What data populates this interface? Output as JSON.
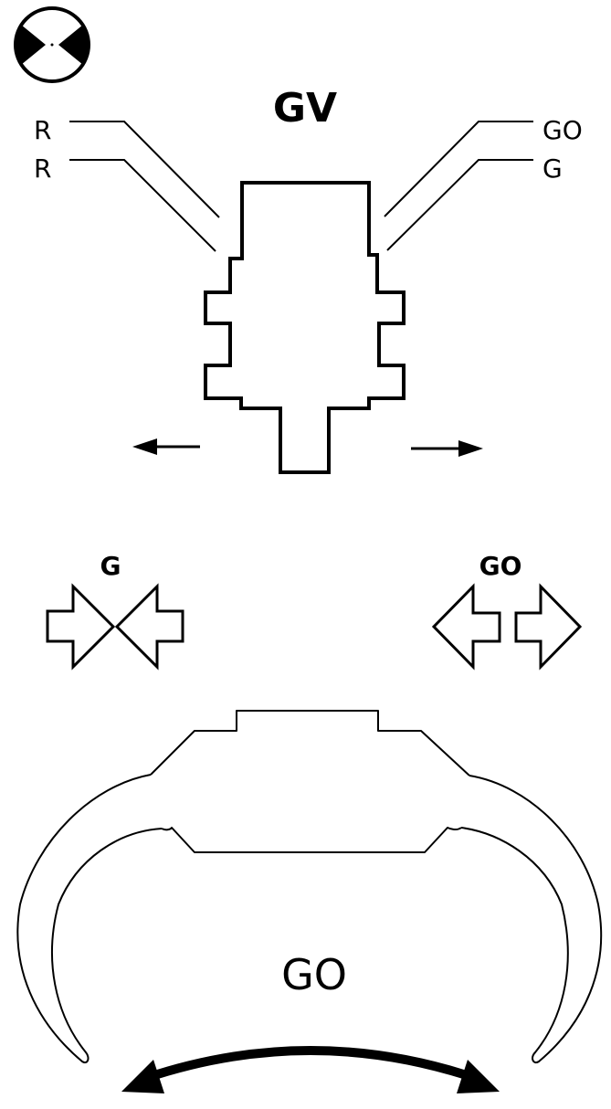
{
  "title": "GV",
  "left_labels": [
    "R",
    "R"
  ],
  "right_labels": [
    "GO",
    "G"
  ],
  "pinch_label": "G",
  "spread_label": "GO",
  "bottom_label": "GO",
  "colors": {
    "stroke": "#000000",
    "background": "#ffffff"
  },
  "icons": {
    "view_indicator": "view-indicator-icon",
    "move_left": "arrow-left-icon",
    "move_right": "arrow-right-icon",
    "pinch": "pinch-arrows-icon",
    "spread": "spread-arrows-icon",
    "rotate": "curved-double-arrow-icon"
  }
}
